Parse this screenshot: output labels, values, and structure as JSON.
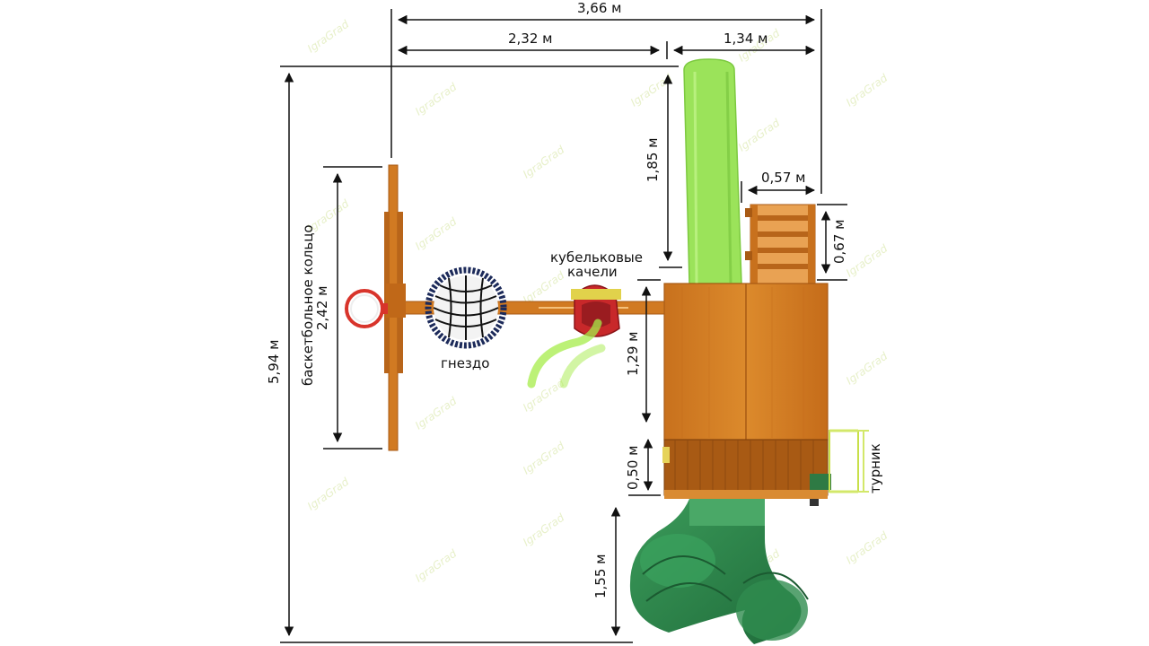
{
  "dimensions": {
    "total_width": "3,66 м",
    "left_width": "2,32 м",
    "right_width": "1,34 м",
    "total_length": "5,94 м",
    "hoop_span": "2,42 м",
    "slide_length": "1,85 м",
    "ladder_width": "0,57 м",
    "ladder_length": "0,67 м",
    "platform_length": "1,29 м",
    "deck_extension": "0,50 м",
    "tube_slide_length": "1,55 м"
  },
  "labels": {
    "basketball_hoop": "баскетбольное кольцо",
    "nest": "гнездо",
    "bucket_swing_line1": "кубельковые",
    "bucket_swing_line2": "качели",
    "pullup_bar": "турник"
  },
  "watermark": "IgraGrad",
  "colors": {
    "wood": "#d17a22",
    "wood_dark": "#a85a14",
    "slide_light": "#9be35a",
    "tube_green": "#2e8a4c",
    "nest_rope": "#1c2a5a",
    "hoop_red": "#d8342b",
    "dimension_line": "#111111"
  }
}
